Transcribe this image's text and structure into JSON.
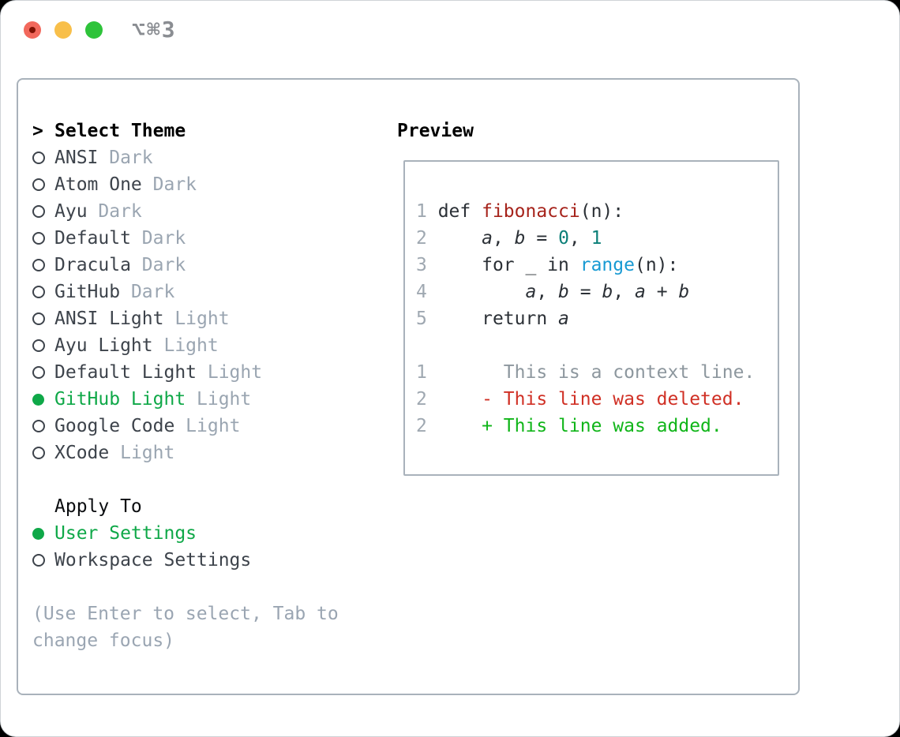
{
  "window": {
    "shortcut_label": "⌥⌘3",
    "traffic_lights": [
      "close",
      "minimize",
      "zoom"
    ]
  },
  "theme_picker": {
    "title_marker": ">",
    "title": "Select Theme",
    "items": [
      {
        "label": "ANSI",
        "variant": "Dark",
        "selected": false
      },
      {
        "label": "Atom One",
        "variant": "Dark",
        "selected": false
      },
      {
        "label": "Ayu",
        "variant": "Dark",
        "selected": false
      },
      {
        "label": "Default",
        "variant": "Dark",
        "selected": false
      },
      {
        "label": "Dracula",
        "variant": "Dark",
        "selected": false
      },
      {
        "label": "GitHub",
        "variant": "Dark",
        "selected": false
      },
      {
        "label": "ANSI Light",
        "variant": "Light",
        "selected": false
      },
      {
        "label": "Ayu Light",
        "variant": "Light",
        "selected": false
      },
      {
        "label": "Default Light",
        "variant": "Light",
        "selected": false
      },
      {
        "label": "GitHub Light",
        "variant": "Light",
        "selected": true
      },
      {
        "label": "Google Code",
        "variant": "Light",
        "selected": false
      },
      {
        "label": "XCode",
        "variant": "Light",
        "selected": false
      }
    ]
  },
  "apply_to": {
    "title": "Apply To",
    "options": [
      {
        "label": "User Settings",
        "selected": true
      },
      {
        "label": "Workspace Settings",
        "selected": false
      }
    ]
  },
  "hint": "(Use Enter to select, Tab to change focus)",
  "preview": {
    "title": "Preview",
    "lines": [
      [
        {
          "t": "1 ",
          "c": "ln"
        },
        {
          "t": "def ",
          "c": "pl"
        },
        {
          "t": "fibonacci",
          "c": "fn"
        },
        {
          "t": "(n):",
          "c": "pl"
        }
      ],
      [
        {
          "t": "2 ",
          "c": "ln"
        },
        {
          "t": "    ",
          "c": "pl"
        },
        {
          "t": "a",
          "c": "var"
        },
        {
          "t": ", ",
          "c": "pl"
        },
        {
          "t": "b",
          "c": "var"
        },
        {
          "t": " = ",
          "c": "pl"
        },
        {
          "t": "0",
          "c": "num"
        },
        {
          "t": ", ",
          "c": "pl"
        },
        {
          "t": "1",
          "c": "num"
        }
      ],
      [
        {
          "t": "3 ",
          "c": "ln"
        },
        {
          "t": "    for _ in ",
          "c": "pl"
        },
        {
          "t": "range",
          "c": "bi"
        },
        {
          "t": "(n):",
          "c": "pl"
        }
      ],
      [
        {
          "t": "4 ",
          "c": "ln"
        },
        {
          "t": "        ",
          "c": "pl"
        },
        {
          "t": "a",
          "c": "var"
        },
        {
          "t": ", ",
          "c": "pl"
        },
        {
          "t": "b",
          "c": "var"
        },
        {
          "t": " = ",
          "c": "pl"
        },
        {
          "t": "b",
          "c": "var"
        },
        {
          "t": ", ",
          "c": "pl"
        },
        {
          "t": "a",
          "c": "var"
        },
        {
          "t": " + ",
          "c": "pl"
        },
        {
          "t": "b",
          "c": "var"
        }
      ],
      [
        {
          "t": "5 ",
          "c": "ln"
        },
        {
          "t": "    return ",
          "c": "pl"
        },
        {
          "t": "a",
          "c": "var"
        }
      ],
      [],
      [
        {
          "t": "1",
          "c": "ln"
        },
        {
          "t": "       This is a context line.",
          "c": "ctx"
        }
      ],
      [
        {
          "t": "2",
          "c": "ln"
        },
        {
          "t": "     ",
          "c": "pl"
        },
        {
          "t": "- This line was deleted.",
          "c": "del"
        }
      ],
      [
        {
          "t": "2",
          "c": "ln"
        },
        {
          "t": "     ",
          "c": "pl"
        },
        {
          "t": "+ This line was added.",
          "c": "add"
        }
      ]
    ]
  },
  "colors": {
    "accent_green": "#0fa848",
    "text_dark": "#3d434b",
    "muted": "#9aa5b1",
    "hint": "#9aa5b2",
    "code_default": "#2b3036",
    "fn_red": "#a6231b",
    "num_teal": "#0b7f78",
    "builtin_blue": "#189ad3",
    "diff_del": "#d03025",
    "diff_add": "#10b519",
    "diff_ctx": "#8d979e",
    "line_number": "#9fa8b1",
    "panel_border": "#a9b2bb",
    "titlebar_gray": "#8a8d92",
    "traffic_red": "#f2685c",
    "traffic_red_dot": "#7f1103",
    "traffic_yellow": "#f8bf4a",
    "traffic_green": "#2ec33a"
  }
}
